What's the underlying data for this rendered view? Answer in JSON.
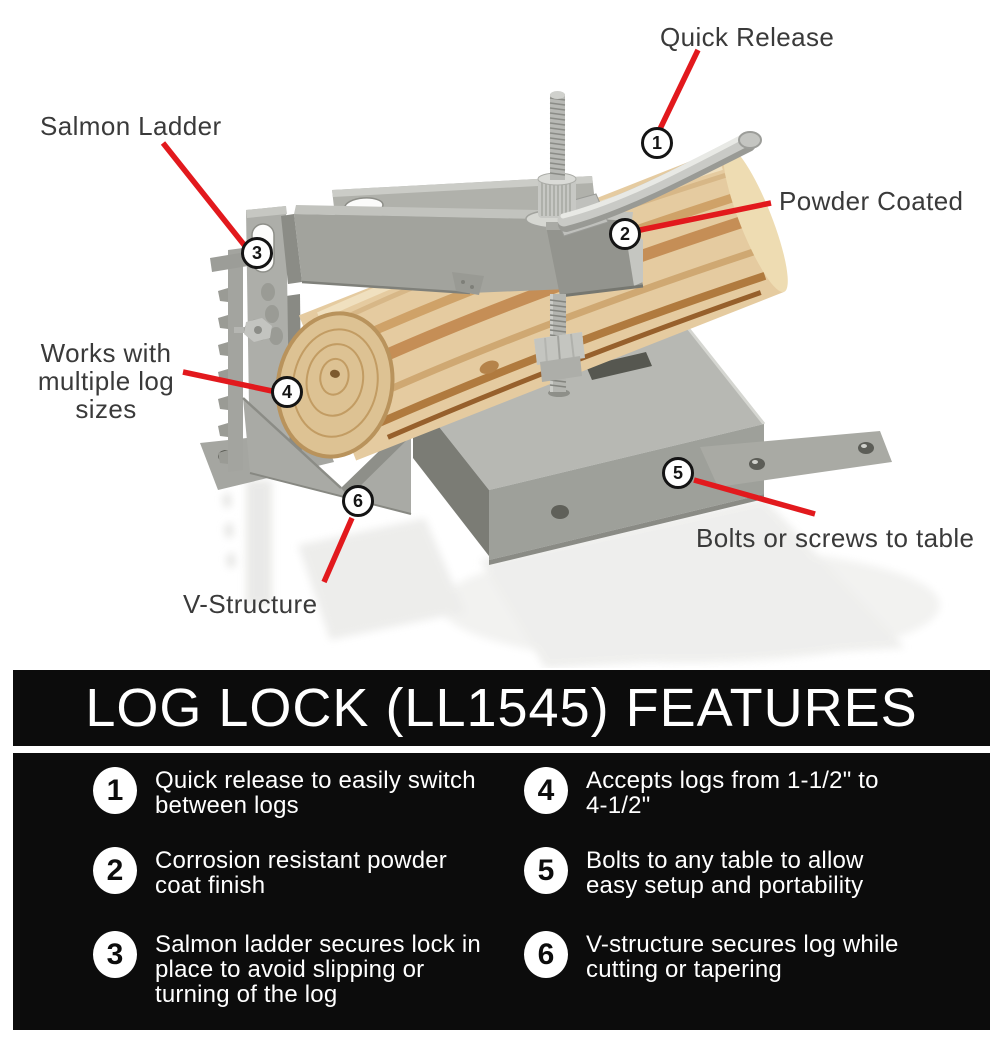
{
  "photo": {
    "callouts": [
      {
        "num": "1",
        "label": "Quick Release"
      },
      {
        "num": "2",
        "label": "Powder Coated"
      },
      {
        "num": "3",
        "label": "Salmon Ladder"
      },
      {
        "num": "4",
        "label": "Works with\nmultiple log\nsizes"
      },
      {
        "num": "5",
        "label": "Bolts or screws to table"
      },
      {
        "num": "6",
        "label": "V-Structure"
      }
    ]
  },
  "panel": {
    "title": "LOG LOCK (LL1545) FEATURES",
    "features": [
      {
        "num": "1",
        "text": "Quick release to easily switch\nbetween logs"
      },
      {
        "num": "2",
        "text": "Corrosion resistant powder\ncoat finish"
      },
      {
        "num": "3",
        "text": "Salmon ladder secures lock in\nplace to avoid slipping or\nturning of the log"
      },
      {
        "num": "4",
        "text": "Accepts logs from 1-1/2\" to\n4-1/2\""
      },
      {
        "num": "5",
        "text": "Bolts to any table to allow\neasy setup and portability"
      },
      {
        "num": "6",
        "text": "V-structure secures log while\ncutting or tapering"
      }
    ]
  },
  "colors": {
    "accent_red": "#e2191d",
    "panel_bg": "#0c0c0c",
    "metal_gray": "#a8a9a3",
    "wood_tan": "#e4cda1",
    "label_text": "#3a3a3a",
    "white": "#ffffff"
  }
}
